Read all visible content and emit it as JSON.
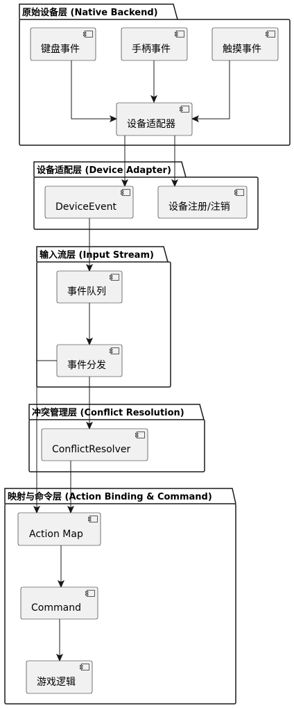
{
  "packages": {
    "native_backend": "原始设备层 (Native Backend)",
    "device_adapter": "设备适配层 (Device Adapter)",
    "input_stream": "输入流层 (Input Stream)",
    "conflict_resolution": "冲突管理层 (Conflict Resolution)",
    "action_binding": "映射与命令层 (Action Binding & Command)"
  },
  "components": {
    "keyboard_events": "键盘事件",
    "gamepad_events": "手柄事件",
    "touch_events": "触摸事件",
    "device_adapter": "设备适配器",
    "device_event": "DeviceEvent",
    "device_register": "设备注册/注销",
    "event_queue": "事件队列",
    "event_dispatch": "事件分发",
    "conflict_resolver": "ConflictResolver",
    "action_map": "Action Map",
    "command": "Command",
    "game_logic": "游戏逻辑"
  },
  "edges": [
    {
      "from": "keyboard_events",
      "to": "device_adapter"
    },
    {
      "from": "gamepad_events",
      "to": "device_adapter"
    },
    {
      "from": "touch_events",
      "to": "device_adapter"
    },
    {
      "from": "device_adapter",
      "to": "device_event"
    },
    {
      "from": "device_adapter",
      "to": "device_register"
    },
    {
      "from": "device_event",
      "to": "event_queue"
    },
    {
      "from": "event_queue",
      "to": "event_dispatch"
    },
    {
      "from": "event_dispatch",
      "to": "conflict_resolver"
    },
    {
      "from": "event_dispatch",
      "to": "action_map"
    },
    {
      "from": "conflict_resolver",
      "to": "action_map"
    },
    {
      "from": "action_map",
      "to": "command"
    },
    {
      "from": "command",
      "to": "game_logic"
    }
  ]
}
